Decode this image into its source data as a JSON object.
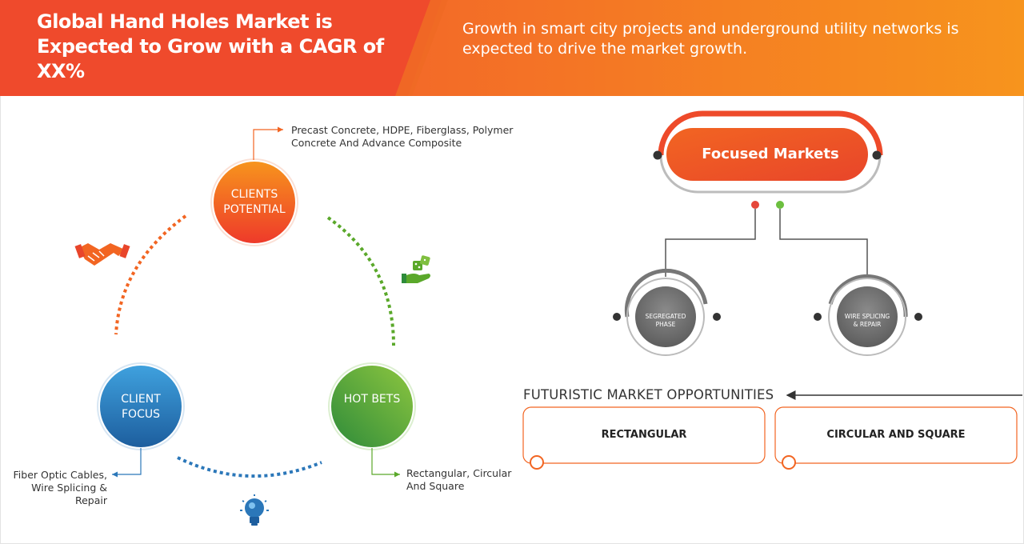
{
  "header": {
    "title": "Global Hand Holes Market is Expected to Grow with a CAGR of XX%",
    "subtitle": "Growth in smart city projects and underground utility networks is expected to drive the market growth."
  },
  "cycle": {
    "clients_potential": {
      "label": "CLIENTS POTENTIAL",
      "note": "Precast Concrete, HDPE, Fiberglass, Polymer Concrete And Advance Composite"
    },
    "client_focus": {
      "label": "CLIENT FOCUS",
      "note": "Fiber Optic Cables, Wire Splicing & Repair"
    },
    "hot_bets": {
      "label": "HOT BETS",
      "note": "Rectangular, Circular And Square"
    },
    "icons": [
      "handshake-icon",
      "dice-hand-icon",
      "lightbulb-icon"
    ]
  },
  "focused_markets": {
    "title": "Focused Markets",
    "items": [
      {
        "label": "SEGREGATED PHASE"
      },
      {
        "label": "WIRE SPLICING & REPAIR"
      }
    ]
  },
  "opportunities": {
    "title": "FUTURISTIC MARKET OPPORTUNITIES",
    "items": [
      {
        "label": "RECTANGULAR"
      },
      {
        "label": "CIRCULAR AND SQUARE"
      }
    ]
  },
  "colors": {
    "header_start": "#f04e2f",
    "header_end": "#f7941d",
    "orange": "#f26522",
    "green": "#5aa82a",
    "blue": "#2b77b9",
    "gray": "#777777",
    "red_dot": "#e5473a",
    "green_dot": "#6cbf3f"
  }
}
